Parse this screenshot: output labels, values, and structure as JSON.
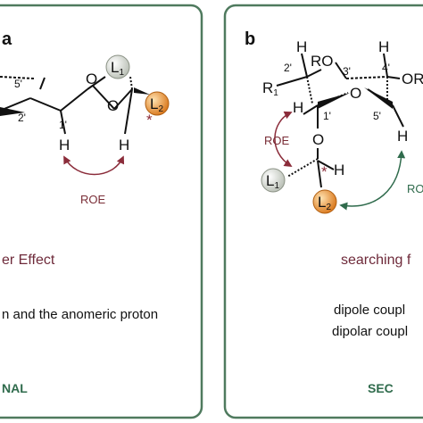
{
  "colors": {
    "panel_border": "#4f7a5e",
    "roe_red": "#8b2c3a",
    "roe_green": "#2f6b4c",
    "heading": "#6e2a3a",
    "ligand_gray": "#d4d8d2",
    "ligand_orange": "#e8932f"
  },
  "panel_a": {
    "letter": "a",
    "atom_o_ring": "O",
    "atom_o_link": "O",
    "atom_h_anomeric": "H",
    "atom_h_linker": "H",
    "pos_5": "5'",
    "pos_2": "2'",
    "pos_1": "1'",
    "ligand_1": "L",
    "ligand_1_sub": "1",
    "ligand_2": "L",
    "ligand_2_sub": "2",
    "stereo_mark": "*",
    "roe_label": "ROE",
    "heading": "er Effect",
    "description": "n and the anomeric proton",
    "footer": "NAL"
  },
  "panel_b": {
    "letter": "b",
    "atom_h_top_left": "H",
    "atom_h_top_right": "H",
    "group_ro": "RO",
    "group_or": "OR",
    "group_r1": "R",
    "group_r1_sub": "1",
    "atom_h_c1": "H",
    "atom_o_ring": "O",
    "atom_o_glyco": "O",
    "atom_h_c5": "H",
    "atom_h_linker": "H",
    "pos_2": "2'",
    "pos_3": "3'",
    "pos_4": "4'",
    "pos_1": "1'",
    "pos_5": "5'",
    "ligand_1": "L",
    "ligand_1_sub": "1",
    "ligand_2": "L",
    "ligand_2_sub": "2",
    "stereo_mark": "*",
    "roe_label_left": "ROE",
    "roe_label_right": "RO",
    "heading": "searching f",
    "description_line1": "dipole coupl",
    "description_line2": "dipolar coupl",
    "footer": "SEC"
  }
}
